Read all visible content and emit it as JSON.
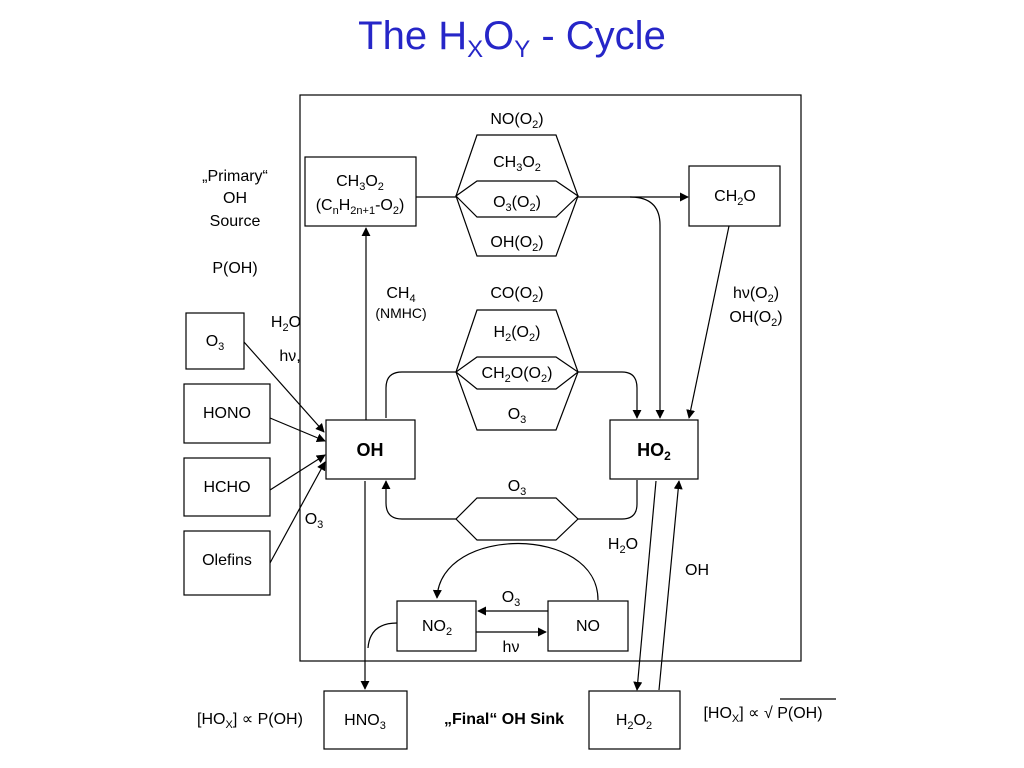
{
  "title": {
    "prefix": "The H",
    "sub_x": "X",
    "mid": "O",
    "sub_y": "Y",
    "suffix": " - Cycle"
  },
  "primary_source": {
    "line1": "„Primary“",
    "line2": "OH",
    "line3": "Source",
    "p_oh": "P(OH)"
  },
  "sources": {
    "o3": "O",
    "o3_sub": "3",
    "hono": "HONO",
    "hcho": "HCHO",
    "olefins": "Olefins"
  },
  "source_labels": {
    "h2o": "O",
    "hnu": "hν,",
    "o3": "O",
    "sub3": "3",
    "h": "H",
    "sub2": "2"
  },
  "nodes": {
    "ch3o2_line1": "CH",
    "ch3o2_line2": "(C",
    "n": "n",
    "h": "H",
    "sub2n1": "2n+1",
    "o2": "-O",
    "close": ")",
    "ch2o": "CH",
    "oh": "OH",
    "ho2": "HO",
    "no2": "NO",
    "no": "NO",
    "hno3": "HNO",
    "h2o2": "H",
    "o2b": "O",
    "sub2": "2",
    "sub3": "3"
  },
  "top_reactions": {
    "no": "NO(O",
    "ch3": "CH",
    "o3": "O",
    "oh": "OH(O",
    "close": ")",
    "sub2": "2",
    "sub3": "3",
    "o2": "O"
  },
  "mid_reactions": {
    "co": "CO(O",
    "h2": "H",
    "h2b": "(O",
    "ch2o": "CH",
    "ob": "O(O",
    "o3": "O",
    "close": ")",
    "sub2": "2",
    "sub3": "3"
  },
  "ch4": {
    "label": "CH",
    "sub": "4",
    "nmhc": "(NMHC)"
  },
  "ch2o_to_ho2": {
    "hnu": "hν(O",
    "oh": "OH(O",
    "close": ")",
    "sub2": "2"
  },
  "ho2_to_oh": {
    "o3": "O",
    "sub": "3"
  },
  "ho2_h2o2": {
    "h2o": "H",
    "o": "O",
    "oh": "OH",
    "sub2": "2"
  },
  "nox": {
    "o3": "O",
    "sub3": "3",
    "hnu": "hν"
  },
  "bottom": {
    "left_a": "[HO",
    "left_x": "X",
    "left_b": "] ∝ P(OH)",
    "final_sink": "„Final“ OH Sink",
    "right_a": "[HO",
    "right_x": "X",
    "right_b": "] ∝ √ P(OH)"
  }
}
